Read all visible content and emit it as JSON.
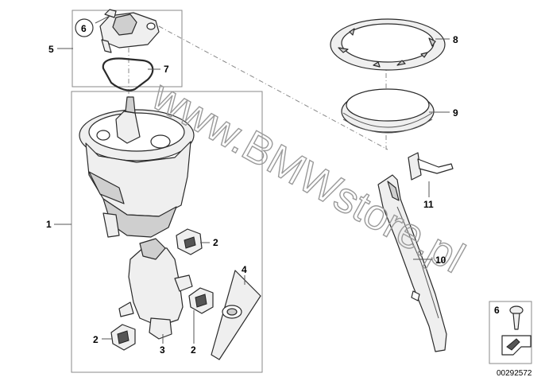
{
  "watermark": "www.BMWstore.pl",
  "callouts": {
    "c1": "1",
    "c2a": "2",
    "c2b": "2",
    "c2c": "2",
    "c3": "3",
    "c4": "4",
    "c5": "5",
    "c6": "6",
    "c7": "7",
    "c8": "8",
    "c9": "9",
    "c10": "10",
    "c11": "11",
    "c6small": "6"
  },
  "reference_number": "00292572",
  "colors": {
    "line": "#2a2a2a",
    "box": "#888888",
    "fill": "#efefef"
  }
}
